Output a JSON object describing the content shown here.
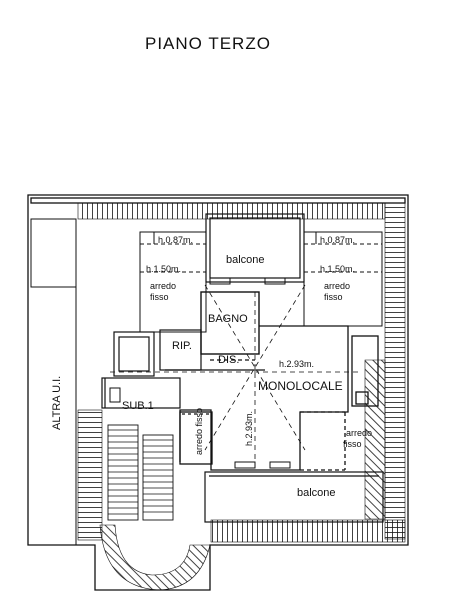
{
  "title": "PIANO  TERZO",
  "labels": {
    "altra_ui": "ALTRA U.I.",
    "sub1": "SUB.1",
    "rip": "RIP.",
    "dis": "DIS.",
    "bagno": "BAGNO",
    "monolocale": "MONOLOCALE",
    "balcone_top": "balcone",
    "balcone_bottom": "balcone",
    "h087_left": "h.0.87m.",
    "h150_left": "h.1.50m.",
    "arredo_left_1": "arredo",
    "fisso_left": "fisso",
    "h087_right": "h.0.87m.",
    "h150_right": "h.1.50m.",
    "arredo_right_1": "arredo",
    "fisso_right": "fisso",
    "h293_horizontal": "h.2.93m.",
    "h293_vertical": "h.2.93m.",
    "arredo_fisso_bottom_right_1": "arredo",
    "arredo_fisso_bottom_right_2": "fisso",
    "arredo_fisso_vertical": "arredo fisso"
  },
  "colors": {
    "line": "#111111",
    "background": "#ffffff"
  }
}
